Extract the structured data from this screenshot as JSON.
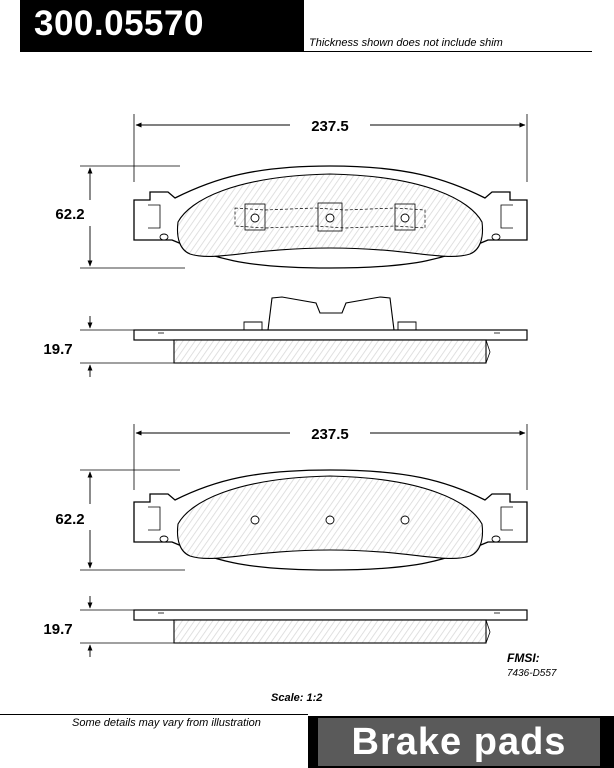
{
  "header": {
    "part_number": "300.05570",
    "note": "Thickness shown does not include shim"
  },
  "views": [
    {
      "width_label": "237.5",
      "height_label": "62.2",
      "thickness_label": "19.7"
    },
    {
      "width_label": "237.5",
      "height_label": "62.2",
      "thickness_label": "19.7"
    }
  ],
  "fmsi": {
    "label": "FMSI:",
    "value": "7436-D557"
  },
  "scale": "Scale: 1:2",
  "footer": {
    "note": "Some details may vary from illustration",
    "product": "Brake pads"
  }
}
